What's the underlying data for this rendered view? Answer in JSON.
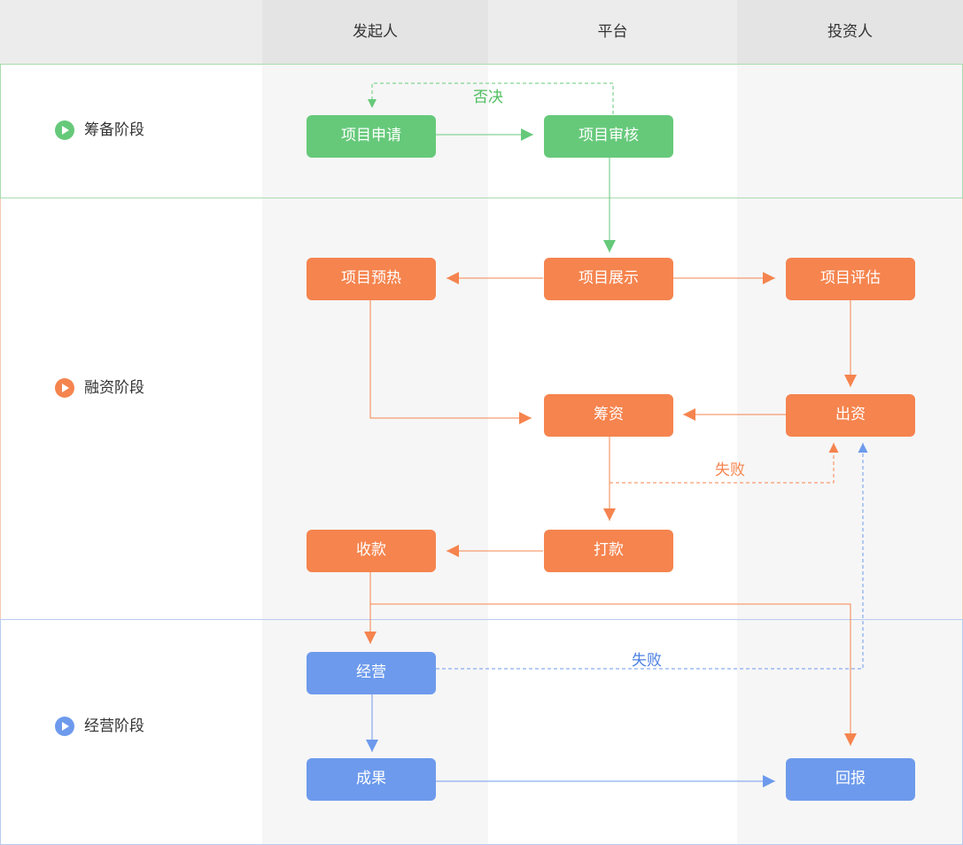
{
  "colors": {
    "green": "#66c97a",
    "orange": "#f5844e",
    "blue": "#6d9aec",
    "green_border": "#a8dcae",
    "orange_border": "#f4c9b4",
    "blue_border": "#b8cbf0"
  },
  "columns": {
    "initiator": "发起人",
    "platform": "平台",
    "investor": "投资人"
  },
  "stages": {
    "prep": "筹备阶段",
    "financing": "融资阶段",
    "operation": "经营阶段"
  },
  "nodes": {
    "apply": "项目申请",
    "review": "项目审核",
    "preheat": "项目预热",
    "display": "项目展示",
    "evaluate": "项目评估",
    "raise": "筹资",
    "invest": "出资",
    "collect": "收款",
    "pay": "打款",
    "operate": "经营",
    "result": "成果",
    "return": "回报"
  },
  "edge_labels": {
    "reject": "否决",
    "fail_financing": "失败",
    "fail_operation": "失败"
  }
}
